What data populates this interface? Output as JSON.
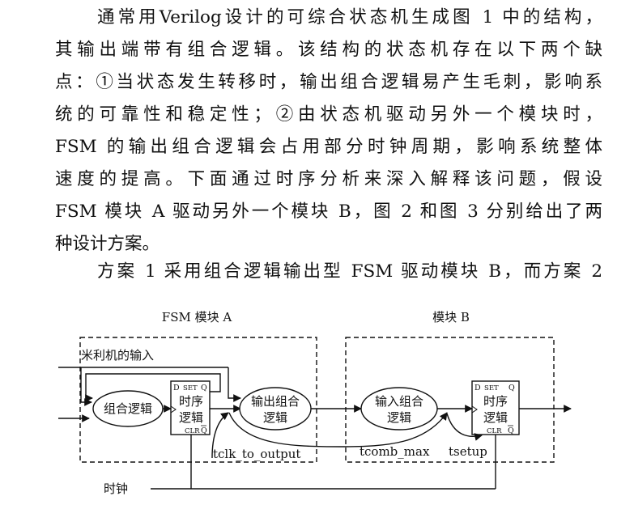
{
  "text": {
    "p1": [
      "通常用Verilog设计的可综合状态机生成图 1 中的结构，",
      "其输出端带有组合逻辑。该结构的状态机存在以下两个缺",
      "点：①当状态发生转移时，输出组合逻辑易产生毛刺，影响系",
      "统的可靠性和稳定性；②由状态机驱动另外一个模块时，",
      "FSM 的输出组合逻辑会占用部分时钟周期，影响系统整体",
      "速度的提高。下面通过时序分析来深入解释该问题，假设",
      "FSM 模块 A 驱动另外一个模块 B，图 2 和图 3 分别给出了两",
      "种设计方案。"
    ],
    "p2": "方案 1 采用组合逻辑输出型 FSM 驱动模块 B，而方案 2"
  },
  "figure": {
    "module_a_title": "FSM 模块 A",
    "module_b_title": "模块 B",
    "mealy_input": "米利机的输入",
    "comb_logic": "组合逻辑",
    "output_comb_line1": "输出组合",
    "output_comb_line2": "逻辑",
    "input_comb_line1": "输入组合",
    "input_comb_line2": "逻辑",
    "ff_label_line1": "时序",
    "ff_label_line2": "逻辑",
    "ff_d": "D",
    "ff_set": "SET",
    "ff_q": "Q",
    "ff_clr": "CLR",
    "ff_qbar": "Q",
    "tclk_to_output": "tclk_to_output",
    "tcomb_max": "tcomb_max",
    "tsetup": "tsetup",
    "clock": "时钟"
  }
}
